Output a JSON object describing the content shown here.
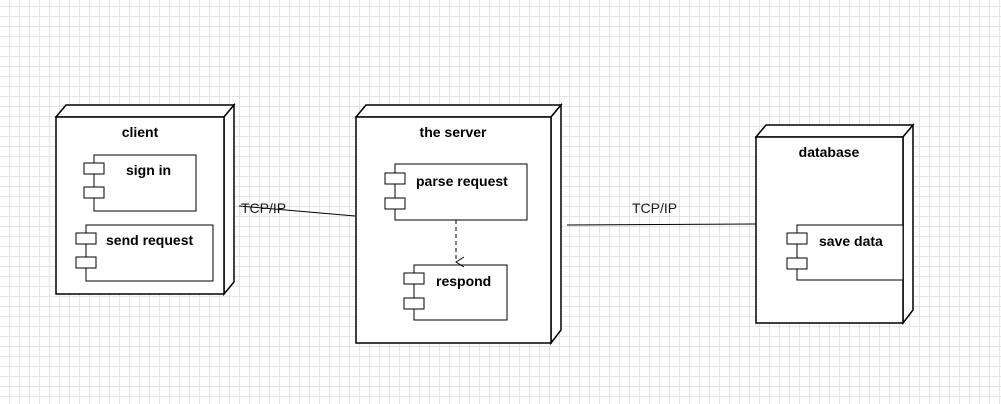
{
  "diagram": {
    "nodes": {
      "client": {
        "title": "client",
        "components": {
          "sign_in": "sign in",
          "send_request": "send request"
        }
      },
      "server": {
        "title": "the server",
        "components": {
          "parse_request": "parse request",
          "respond": "respond"
        }
      },
      "database": {
        "title": "database",
        "components": {
          "save_data": "save data"
        }
      }
    },
    "connections": {
      "client_server": {
        "label": "TCP/IP"
      },
      "server_database": {
        "label": "TCP/IP"
      },
      "parse_to_respond": {
        "style": "dashed"
      }
    }
  },
  "colors": {
    "stroke": "#000000",
    "fill": "#ffffff",
    "grid": "#e4e4e4"
  }
}
